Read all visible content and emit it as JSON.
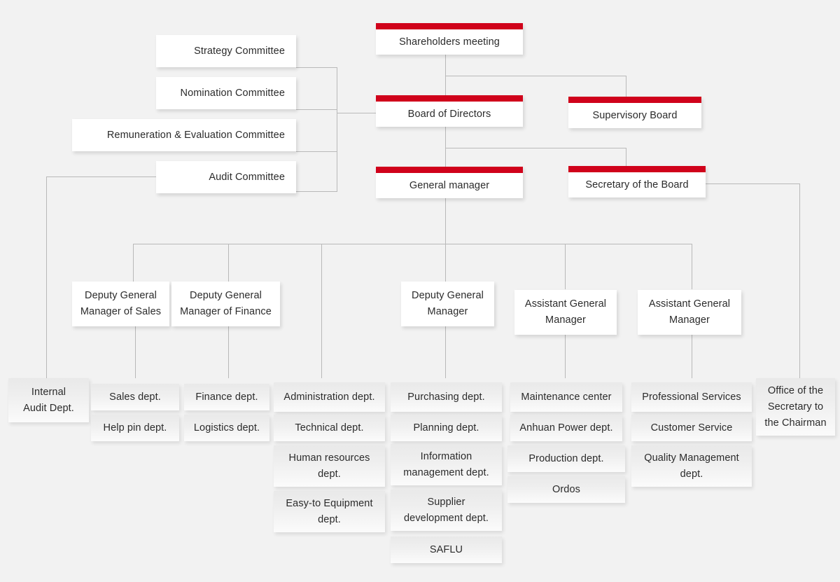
{
  "meta": {
    "title": "Corporate Governance Organization Chart",
    "accent_color": "#d0021b",
    "background_color": "#f2f2f2",
    "line_color": "#b9b9b9",
    "card_color": "#ffffff",
    "dept_card_color": "#eeeeee",
    "text_color": "#2b2b2b"
  },
  "executive": {
    "shareholders_meeting": "Shareholders meeting",
    "board_of_directors": "Board of Directors",
    "supervisory_board": "Supervisory Board",
    "general_manager": "General manager",
    "secretary_of_the_board": "Secretary of the Board"
  },
  "committees": [
    {
      "label": "Strategy Committee"
    },
    {
      "label": "Nomination Committee"
    },
    {
      "label": "Remuneration & Evaluation Committee"
    },
    {
      "label": "Audit Committee"
    }
  ],
  "managers": [
    {
      "label": "Deputy General Manager of Sales",
      "line1": "Deputy General",
      "line2": "Manager of Sales"
    },
    {
      "label": "Deputy General Manager of Finance",
      "line1": "Deputy General",
      "line2": "Manager of Finance"
    },
    {
      "label": "Deputy General Manager",
      "line1": "Deputy General",
      "line2": "Manager"
    },
    {
      "label": "Assistant General Manager",
      "line1": "Assistant General",
      "line2": "Manager"
    },
    {
      "label": "Assistant General Manager 2",
      "line1": "Assistant General",
      "line2": "Manager"
    }
  ],
  "standalone": {
    "internal_audit": {
      "line1": "Internal",
      "line2": "Audit Dept."
    },
    "chairman_office": {
      "line1": "Office of the",
      "line2": "Secretary to",
      "line3": "the Chairman"
    }
  },
  "departments": {
    "sales_column": [
      {
        "line1": "Sales dept."
      },
      {
        "line1": "Help pin dept."
      }
    ],
    "finance_column": [
      {
        "line1": "Finance dept."
      },
      {
        "line1": "Logistics dept."
      }
    ],
    "admin_column": [
      {
        "line1": "Administration dept."
      },
      {
        "line1": "Technical dept."
      },
      {
        "line1": "Human resources",
        "line2": "dept."
      },
      {
        "line1": "Easy-to Equipment",
        "line2": "dept."
      }
    ],
    "purchasing_column": [
      {
        "line1": "Purchasing dept."
      },
      {
        "line1": "Planning dept."
      },
      {
        "line1": "Information",
        "line2": "management dept."
      },
      {
        "line1": "Supplier",
        "line2": "development dept."
      },
      {
        "line1": "SAFLU"
      }
    ],
    "maintenance_column": [
      {
        "line1": "Maintenance center"
      },
      {
        "line1": "Anhuan Power dept."
      },
      {
        "line1": "Production dept."
      },
      {
        "line1": "Ordos"
      }
    ],
    "services_column": [
      {
        "line1": "Professional Services"
      },
      {
        "line1": "Customer Service"
      },
      {
        "line1": "Quality Management",
        "line2": "dept."
      }
    ]
  }
}
